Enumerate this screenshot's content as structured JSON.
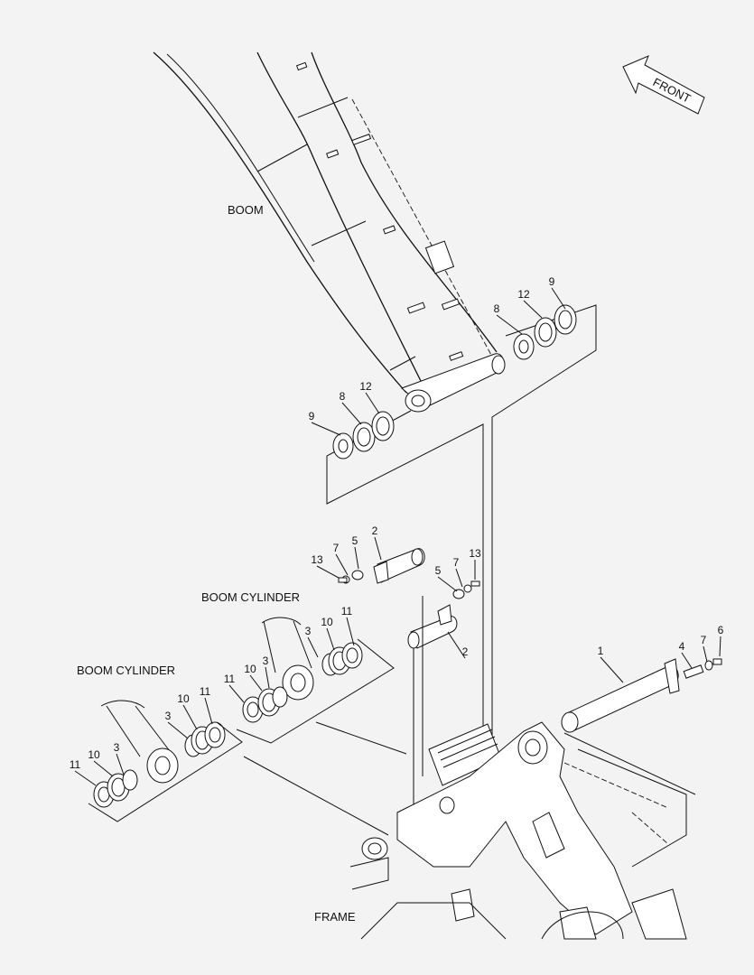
{
  "titles": {
    "boom": "BOOM",
    "boom_cylinder_upper": "BOOM CYLINDER",
    "boom_cylinder_lower": "BOOM CYLINDER",
    "frame": "FRAME",
    "front": "FRONT"
  },
  "callouts": [
    {
      "id": "c-9-top",
      "text": "9"
    },
    {
      "id": "c-12-top",
      "text": "12"
    },
    {
      "id": "c-8-top",
      "text": "8"
    },
    {
      "id": "c-9-left",
      "text": "9"
    },
    {
      "id": "c-8-left",
      "text": "8"
    },
    {
      "id": "c-12-left",
      "text": "12"
    },
    {
      "id": "c-13-a",
      "text": "13"
    },
    {
      "id": "c-7-a",
      "text": "7"
    },
    {
      "id": "c-5-a",
      "text": "5"
    },
    {
      "id": "c-2-a",
      "text": "2"
    },
    {
      "id": "c-5-b",
      "text": "5"
    },
    {
      "id": "c-7-b",
      "text": "7"
    },
    {
      "id": "c-13-b",
      "text": "13"
    },
    {
      "id": "c-2-b",
      "text": "2"
    },
    {
      "id": "c-3-u",
      "text": "3"
    },
    {
      "id": "c-10-u",
      "text": "10"
    },
    {
      "id": "c-11-u",
      "text": "11"
    },
    {
      "id": "c-10-m",
      "text": "10"
    },
    {
      "id": "c-3-m",
      "text": "3"
    },
    {
      "id": "c-11-m",
      "text": "11"
    },
    {
      "id": "c-3-l",
      "text": "3"
    },
    {
      "id": "c-10-l",
      "text": "10"
    },
    {
      "id": "c-11-l",
      "text": "11"
    },
    {
      "id": "c-10-ll",
      "text": "10"
    },
    {
      "id": "c-3-ll",
      "text": "3"
    },
    {
      "id": "c-11-ll",
      "text": "11"
    },
    {
      "id": "c-1",
      "text": "1"
    },
    {
      "id": "c-4",
      "text": "4"
    },
    {
      "id": "c-7-c",
      "text": "7"
    },
    {
      "id": "c-6",
      "text": "6"
    }
  ]
}
